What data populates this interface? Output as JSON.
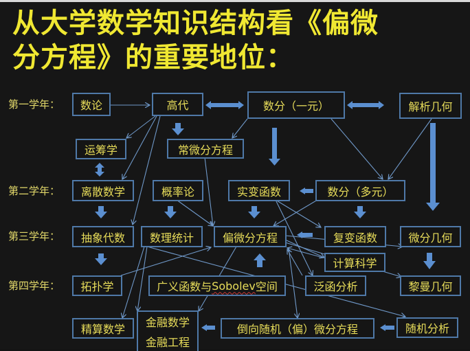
{
  "title": {
    "line1": "从大学数学知识结构看《偏微",
    "line2": "分方程》的重要地位："
  },
  "colors": {
    "background": "#161616",
    "title_text": "#f0e832",
    "box_border": "#4f79a8",
    "box_text": "#e8dd5a",
    "arrow": "#5b8fd0"
  },
  "years": {
    "y1": "第一学年：",
    "y2": "第二学年：",
    "y3": "第三学年：",
    "y4": "第四学年："
  },
  "nodes": {
    "number_theory": "数论",
    "advanced_algebra": "高代",
    "calculus_single": "数分（一元）",
    "analytic_geometry": "解析几何",
    "operations_research": "运筹学",
    "ode": "常微分方程",
    "discrete_math": "离散数学",
    "probability": "概率论",
    "real_analysis": "实变函数",
    "calculus_multi": "数分（多元）",
    "abstract_algebra": "抽象代数",
    "math_statistics": "数理统计",
    "pde": "偏微分方程",
    "complex_analysis": "复变函数",
    "differential_geometry": "微分几何",
    "computational_science": "计算科学",
    "topology": "拓扑学",
    "generalized_functions_prefix": "广义函数与",
    "generalized_functions_sobolev": "Sobolev",
    "generalized_functions_suffix": "空间",
    "functional_analysis": "泛函分析",
    "riemannian_geometry": "黎曼几何",
    "actuarial_math": "精算数学",
    "financial_math": "金融数学",
    "financial_engineering": "金融工程",
    "backward_sde": "倒向随机（偏）微分方程",
    "stochastic_analysis": "随机分析"
  }
}
